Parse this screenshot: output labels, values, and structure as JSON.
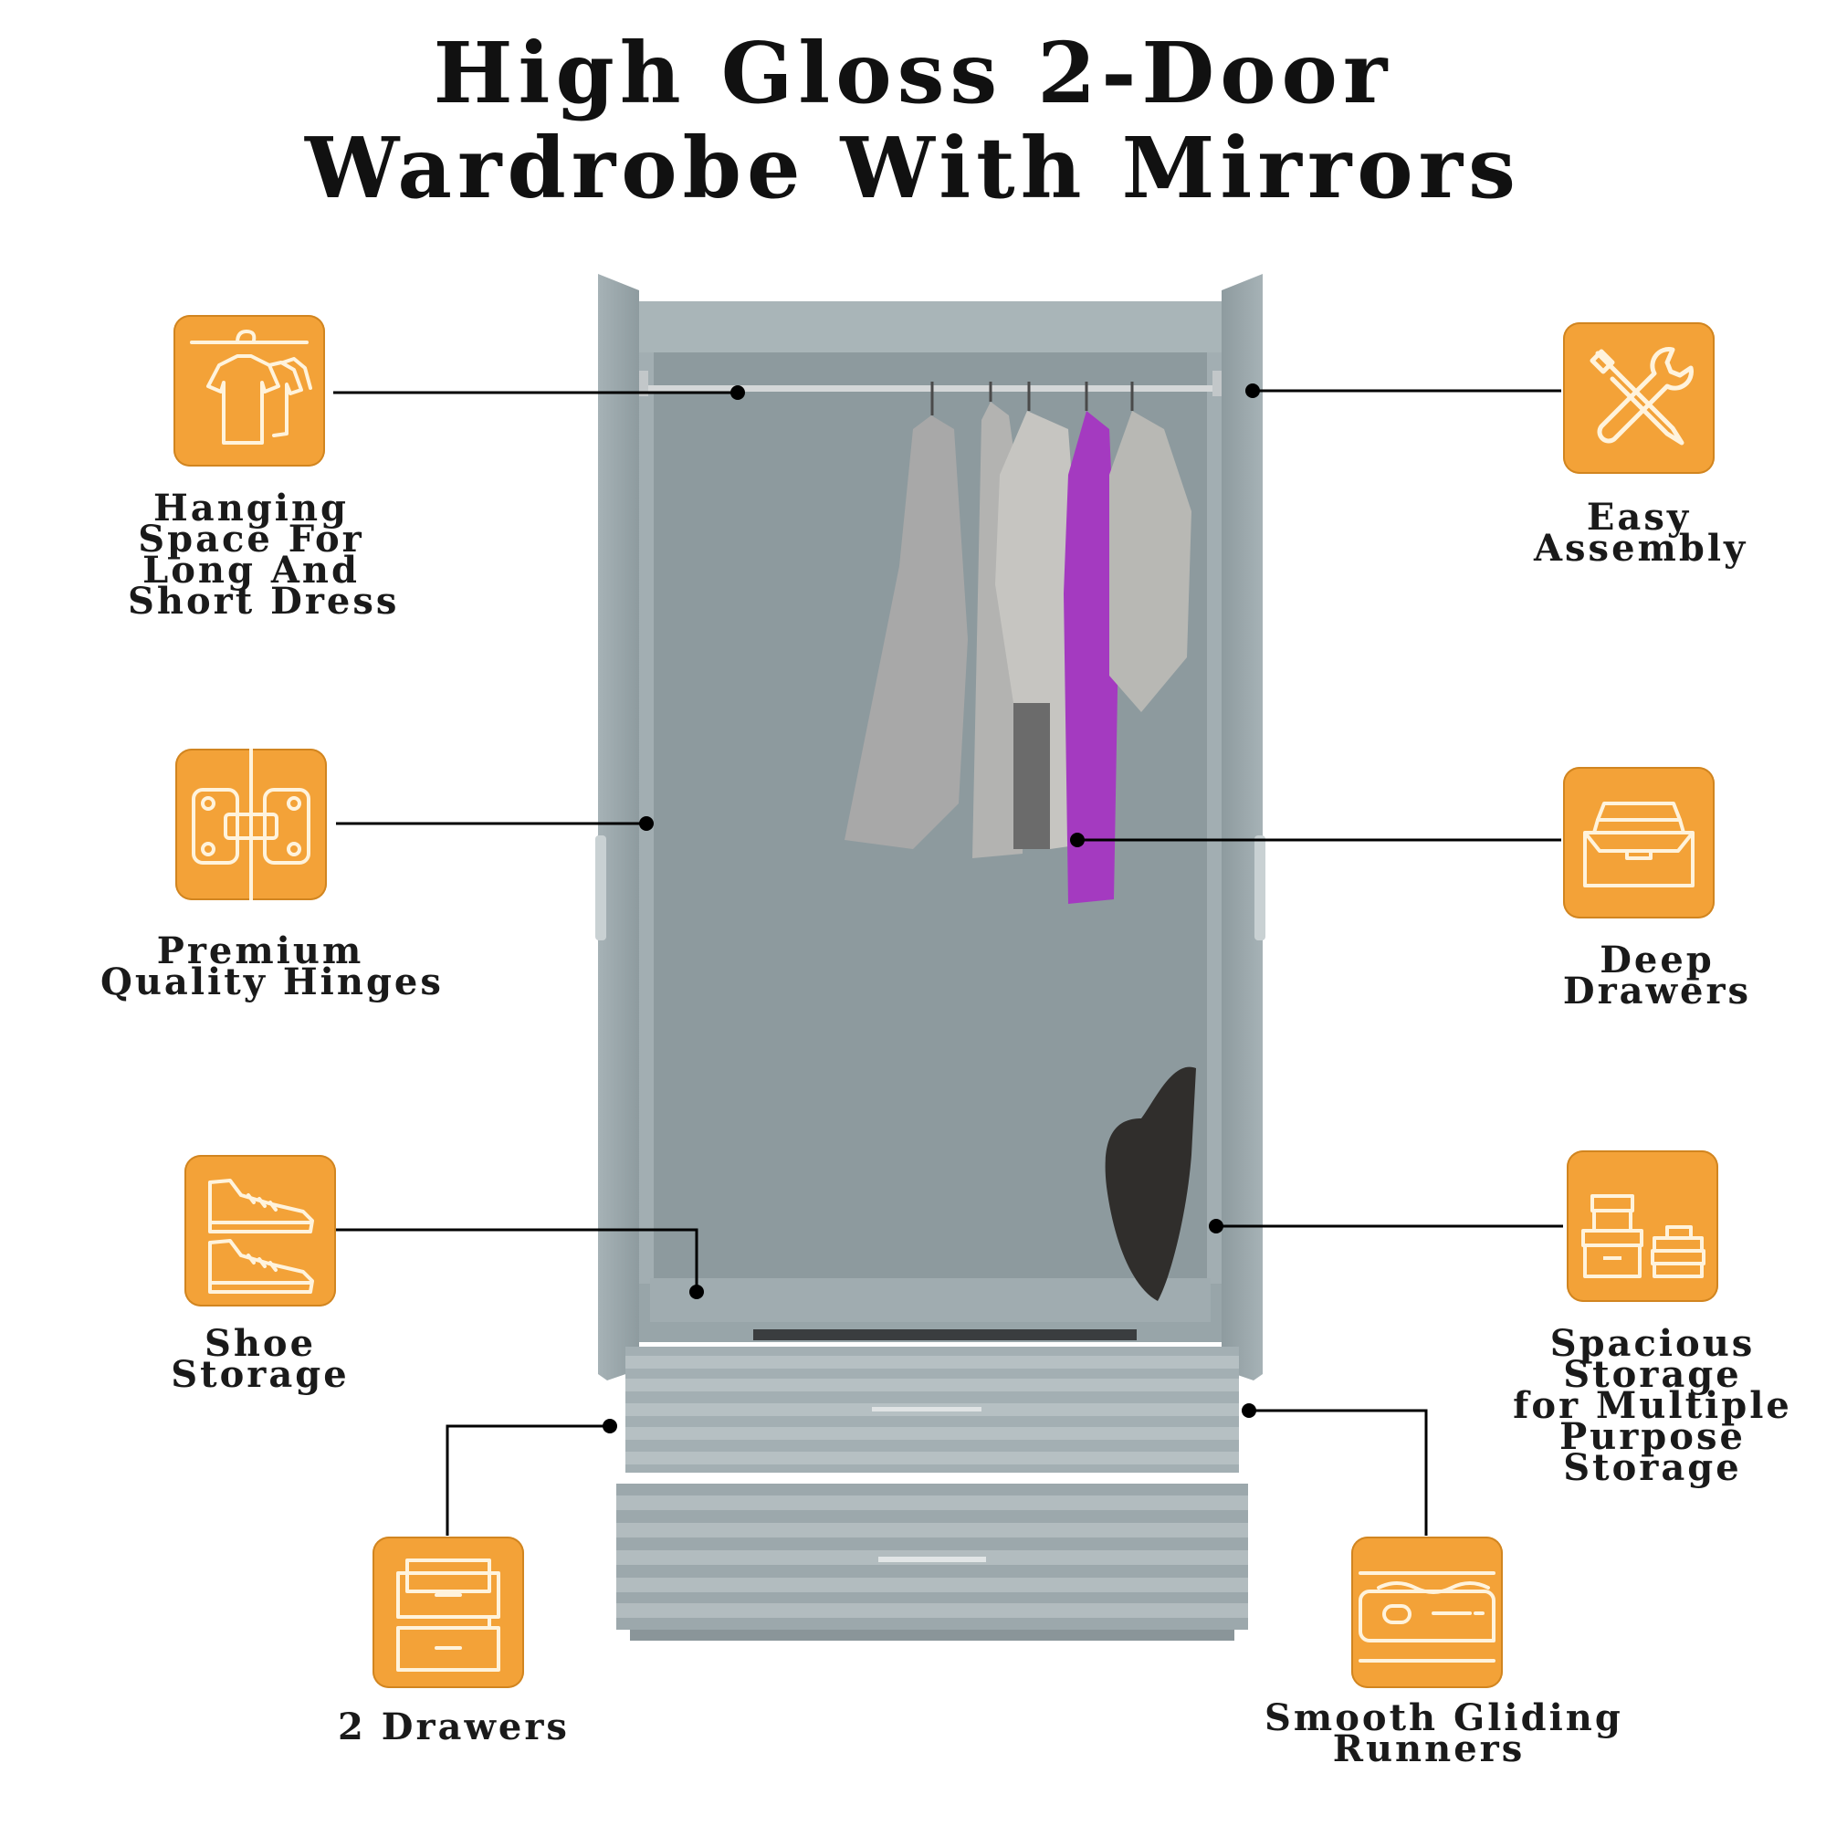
{
  "title": {
    "line1": "High Gloss 2-Door",
    "line2": "Wardrobe With Mirrors"
  },
  "colors": {
    "accent": "#f3a238",
    "wardrobe": "#8f9ca0",
    "text": "#111111"
  },
  "features": [
    {
      "icon": "hanging-clothes-icon",
      "lines": [
        "Hanging",
        "Space For",
        "Long And",
        "Short Dress"
      ]
    },
    {
      "icon": "tools-icon",
      "lines": [
        "Easy",
        "Assembly"
      ]
    },
    {
      "icon": "hinge-icon",
      "lines": [
        "Premium",
        "Quality Hinges"
      ]
    },
    {
      "icon": "drawer-box-icon",
      "lines": [
        "Deep",
        "Drawers"
      ]
    },
    {
      "icon": "shoes-icon",
      "lines": [
        "Shoe",
        "Storage"
      ]
    },
    {
      "icon": "storage-boxes-icon",
      "lines": [
        "Spacious",
        "Storage",
        "for Multiple",
        "Purpose",
        "Storage"
      ]
    },
    {
      "icon": "two-drawers-icon",
      "lines": [
        "2 Drawers"
      ]
    },
    {
      "icon": "gliding-runner-icon",
      "lines": [
        "Smooth Gliding",
        "Runners"
      ]
    }
  ]
}
